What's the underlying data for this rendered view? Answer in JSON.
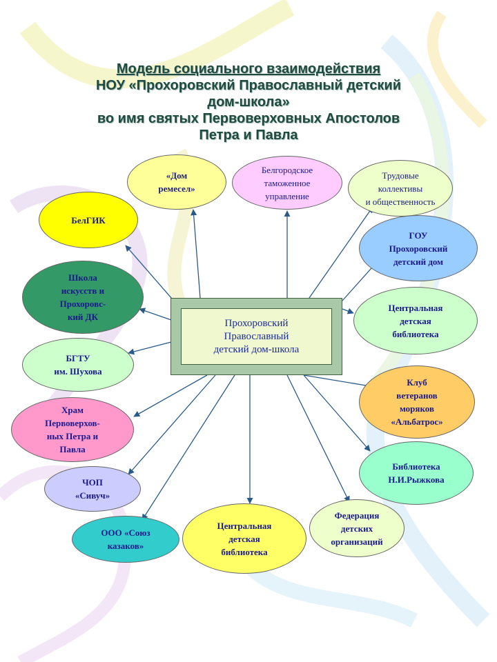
{
  "title": {
    "line1": "Модель социального взаимодействия",
    "line2": "НОУ «Прохоровский Православный детский",
    "line3": "дом-школа»",
    "line4": "во имя святых Первоверховных Апостолов",
    "line5": "Петра и Павла"
  },
  "center": {
    "label": "Прохоровский\nПравославный\nдетский дом-школа"
  },
  "nodes": [
    {
      "label": "«Дом\nремесел»",
      "color": "#ffff99"
    },
    {
      "label": "Белгородское\nтаможенное\nуправление",
      "color": "#ffccff"
    },
    {
      "label": "Трудовые\nколлективы\nи общественность",
      "color": "#eeffcc"
    },
    {
      "label": "БелГИК",
      "color": "#ffff00"
    },
    {
      "label": "ГОУ\nПрохоровский\nдетский дом",
      "color": "#99ccff"
    },
    {
      "label": "Школа\nискусств и\nПрохоровс-\nкий  ДК",
      "color": "#339966"
    },
    {
      "label": "Центральная\nдетская\nбиблиотека",
      "color": "#ccffcc"
    },
    {
      "label": "БГТУ\nим. Шухова",
      "color": "#ccffcc"
    },
    {
      "label": "Клуб\nветеранов\nморяков\n«Альбатрос»",
      "color": "#ffcc66"
    },
    {
      "label": "Храм\nПервоверхов-\nных Петра и\nПавла",
      "color": "#ff99cc"
    },
    {
      "label": "Библиотека\nН.И.Рыжкова",
      "color": "#99ffcc"
    },
    {
      "label": "ЧОП\n«Сивуч»",
      "color": "#ccccff"
    },
    {
      "label": "Федерация\nдетских\nорганизаций",
      "color": "#eeffcc"
    },
    {
      "label": "ООО  «Союз\nказаков»",
      "color": "#33cccc"
    },
    {
      "label": "Центральная\nдетская\nбиблиотека",
      "color": "#ffff66"
    }
  ]
}
